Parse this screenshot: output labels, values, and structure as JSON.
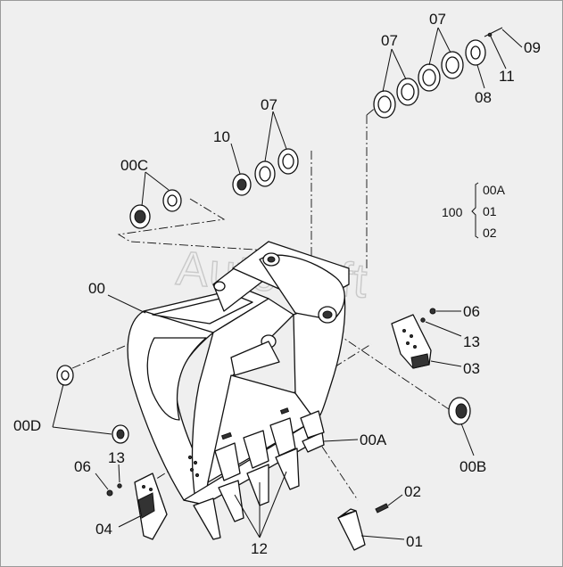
{
  "watermark": "AutoSoft",
  "callouts": {
    "c07_top": "07",
    "c07_mid": "07",
    "c07_left": "07",
    "c09": "09",
    "c11": "11",
    "c08": "08",
    "c10": "10",
    "c00C": "00C",
    "c00": "00",
    "c06_right": "06",
    "c13_right": "13",
    "c03": "03",
    "c00D": "00D",
    "c00A": "00A",
    "c00B": "00B",
    "c06_left": "06",
    "c13_left": "13",
    "c04": "04",
    "c02": "02",
    "c01": "01",
    "c12": "12"
  },
  "assembly_table": {
    "ref": "100",
    "items": [
      "00A",
      "01",
      "02"
    ]
  }
}
